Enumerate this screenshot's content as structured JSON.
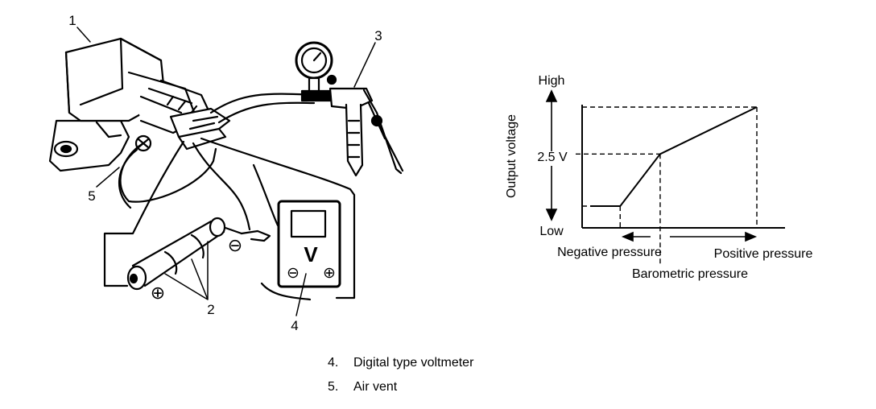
{
  "callouts": {
    "c1": "1",
    "c2": "2",
    "c3": "3",
    "c4": "4",
    "c5": "5"
  },
  "voltmeter": {
    "symbol": "V",
    "minus": "⊖",
    "plus": "⊕"
  },
  "battery": {
    "minus": "⊖",
    "plus": "⊕"
  },
  "chart_data": {
    "type": "line",
    "ylabel": "Output voltage",
    "y_ticks": [
      "High",
      "2.5 V",
      "Low"
    ],
    "x_labels": {
      "left": "Negative pressure",
      "right": "Positive pressure",
      "center": "Barometric pressure"
    },
    "series": [
      {
        "points": [
          [
            0.0,
            0.0
          ],
          [
            0.18,
            0.0
          ],
          [
            0.42,
            0.5
          ],
          [
            1.0,
            0.95
          ]
        ]
      }
    ],
    "reference_x": 0.42,
    "reference_y": 0.5
  },
  "legend": [
    {
      "num": "4.",
      "text": "Digital type voltmeter"
    },
    {
      "num": "5.",
      "text": "Air vent"
    }
  ]
}
